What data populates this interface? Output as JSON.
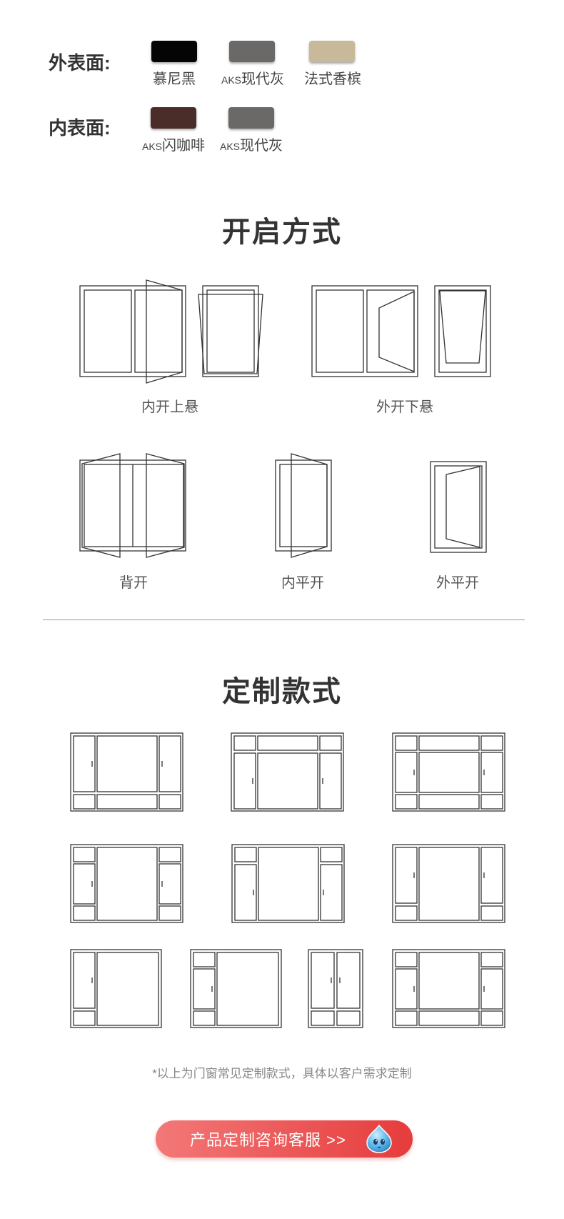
{
  "surfaces": {
    "exterior": {
      "label": "外表面:",
      "colors": [
        {
          "prefix": "",
          "name": "慕尼黑",
          "hex": "#050505"
        },
        {
          "prefix": "AKS",
          "name": "现代灰",
          "hex": "#6b6968"
        },
        {
          "prefix": "",
          "name": "法式香槟",
          "hex": "#c9b99b"
        }
      ]
    },
    "interior": {
      "label": "内表面:",
      "colors": [
        {
          "prefix": "AKS",
          "name": "闪咖啡",
          "hex": "#4a2d28"
        },
        {
          "prefix": "AKS",
          "name": "现代灰",
          "hex": "#6b6968"
        }
      ]
    }
  },
  "opening_section": {
    "title": "开启方式",
    "methods": [
      {
        "label": "内开上悬",
        "icon": "inward-top-hung-window-icon"
      },
      {
        "label": "外开下悬",
        "icon": "outward-bottom-hung-window-icon"
      },
      {
        "label": "背开",
        "icon": "back-opening-window-icon"
      },
      {
        "label": "内平开",
        "icon": "inward-casement-window-icon"
      },
      {
        "label": "外平开",
        "icon": "outward-casement-window-icon"
      }
    ]
  },
  "custom_section": {
    "title": "定制款式",
    "style_count": 10,
    "note": "*以上为门窗常见定制款式，具体以客户需求定制"
  },
  "cta": {
    "label": "产品定制咨询客服 >>",
    "icon": "mascot-icon",
    "color_start": "#f37878",
    "color_end": "#e63c3c"
  }
}
